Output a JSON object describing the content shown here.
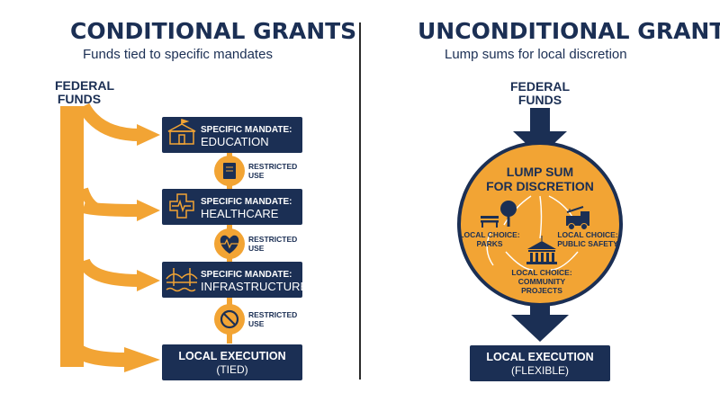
{
  "conditional": {
    "title": "CONDITIONAL GRANTS",
    "subtitle": "Funds tied to specific mandates",
    "source_line1": "FEDERAL",
    "source_line2": "FUNDS",
    "mandates": [
      {
        "prefix": "SPECIFIC MANDATE:",
        "name": "EDUCATION",
        "icon": "school-icon"
      },
      {
        "prefix": "SPECIFIC MANDATE:",
        "name": "HEALTHCARE",
        "icon": "medical-cross-icon"
      },
      {
        "prefix": "SPECIFIC MANDATE:",
        "name": "INFRASTRUCTURE",
        "icon": "bridge-icon"
      }
    ],
    "restrictions": [
      {
        "line1": "RESTRICTED",
        "line2": "USE",
        "icon": "book-icon"
      },
      {
        "line1": "RESTRICTED",
        "line2": "USE",
        "icon": "heartbeat-icon"
      },
      {
        "line1": "RESTRICTED",
        "line2": "USE",
        "icon": "prohibited-icon"
      }
    ],
    "execution_line1": "LOCAL EXECUTION",
    "execution_line2": "(TIED)"
  },
  "unconditional": {
    "title": "UNCONDITIONAL GRANTS",
    "subtitle": "Lump sums for local discretion",
    "source_line1": "FEDERAL",
    "source_line2": "FUNDS",
    "lump_line1": "LUMP SUM",
    "lump_line2": "FOR DISCRETION",
    "choices": [
      {
        "line1": "LOCAL CHOICE:",
        "line2": "PARKS",
        "icon": "park-icon"
      },
      {
        "line1": "LOCAL CHOICE:",
        "line2": "PUBLIC SAFETY",
        "icon": "fire-truck-icon"
      },
      {
        "line1": "LOCAL CHOICE:",
        "line2": "COMMUNITY",
        "line3": "PROJECTS",
        "icon": "civic-building-icon"
      }
    ],
    "execution_line1": "LOCAL EXECUTION",
    "execution_line2": "(FLEXIBLE)"
  },
  "colors": {
    "navy": "#1b2f54",
    "orange": "#f2a434",
    "white": "#ffffff"
  }
}
